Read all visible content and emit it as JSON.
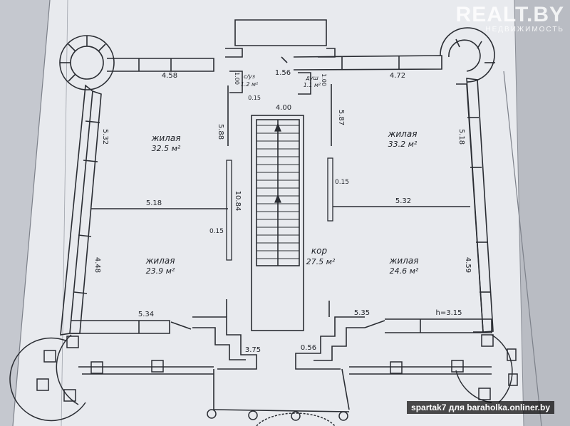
{
  "watermark": {
    "brand": "REALT.BY",
    "subtitle": "НЕДВИЖИМОСТЬ"
  },
  "credit": "spartak7 для baraholka.onliner.by",
  "rooms": [
    {
      "id": "nw",
      "name": "жилая",
      "area": "32.5 м²"
    },
    {
      "id": "ne",
      "name": "жилая",
      "area": "33.2 м²"
    },
    {
      "id": "sw",
      "name": "жилая",
      "area": "23.9 м²"
    },
    {
      "id": "se",
      "name": "жилая",
      "area": "24.6 м²"
    },
    {
      "id": "corridor",
      "name": "кор",
      "area": "27.5 м²"
    },
    {
      "id": "wc-left",
      "name": "с/уз",
      "area": "1.2 м²"
    },
    {
      "id": "wc-right",
      "name": "душ",
      "area": "1.1 м²"
    }
  ],
  "dimensions": {
    "top_left": "4.58",
    "top_center": "1.56",
    "top_right": "4.72",
    "wc_left_w": "1.00",
    "wc_right_w": "1.00",
    "wc_depth": "0.15",
    "stair_w": "4.00",
    "left_partition": "5.88",
    "right_partition": "5.87",
    "left_wall_upper": "5.32",
    "right_wall_upper": "5.18",
    "mid_left": "5.18",
    "mid_right": "5.32",
    "center_length": "10.84",
    "wall_left": "0.15",
    "wall_right": "0.15",
    "left_wall_lower": "4.48",
    "right_wall_lower": "4.59",
    "bottom_left": "5.34",
    "bottom_right": "5.35",
    "ceiling_height": "h=3.15",
    "entrance_left": "3.75",
    "entrance_right": "0.56"
  }
}
